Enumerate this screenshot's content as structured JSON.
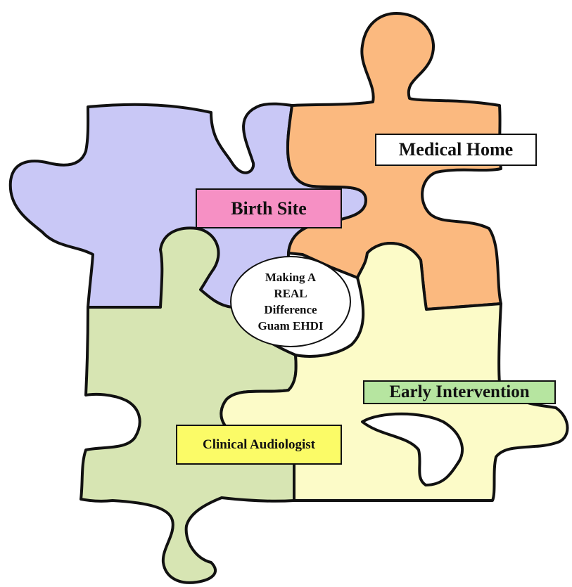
{
  "colors": {
    "birth_site_piece": "#c9c8f6",
    "medical_home_piece": "#fbb97f",
    "clinical_audiologist_piece": "#d7e5b3",
    "early_intervention_piece": "#fcfbc8",
    "birth_site_label": "#f690c4",
    "medical_home_label": "#ffffff",
    "early_intervention_label": "#b6e5a0",
    "clinical_audiologist_label": "#fbfb67",
    "center_ellipse": "#ffffff",
    "outline": "#111111"
  },
  "labels": {
    "medical_home": "Medical Home",
    "birth_site": "Birth Site",
    "early_intervention": "Early Intervention",
    "clinical_audiologist": "Clinical Audiologist"
  },
  "center": {
    "lines": [
      "Making A",
      "REAL",
      "Difference",
      "Guam EHDI"
    ]
  }
}
